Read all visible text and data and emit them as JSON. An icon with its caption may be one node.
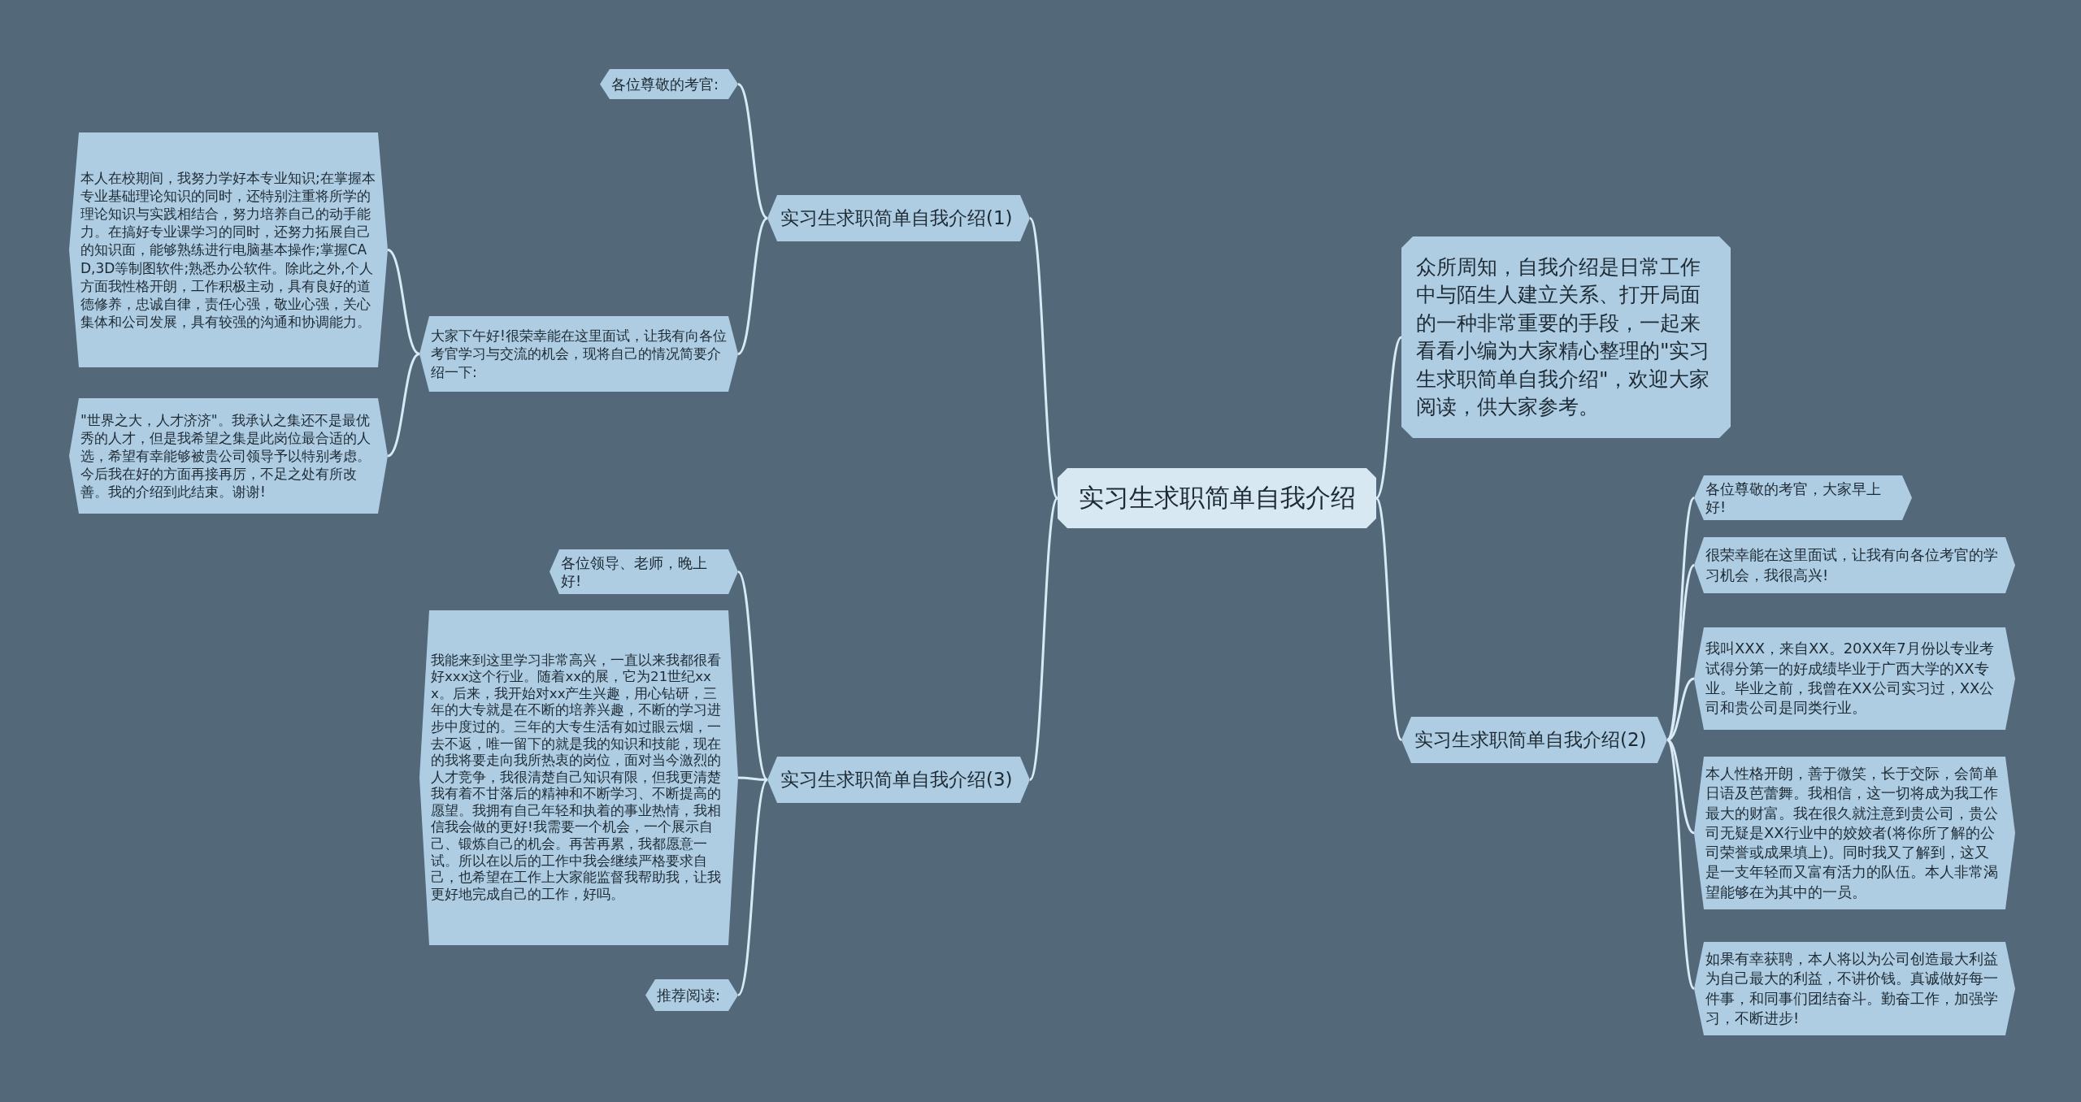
{
  "diagram": {
    "nodes": [
      {
        "text": [
          "实习生求职简单自我介绍"
        ]
      },
      {
        "text": [
          "实习生求职简单自我介绍(1)"
        ]
      },
      {
        "text": [
          "各位尊敬的考官:"
        ]
      },
      {
        "text": [
          "大家下午好!很荣幸能在这里面试，让我有向各位考官学习与交流的机会，现将自己的情况简要介绍一下:"
        ]
      },
      {
        "text": [
          "本人在校期间，我努力学好本专业知识;在掌握本专业基础理论知识的同时，还特别注重将所学的理论知识与实践相结合，努力培养自己的动手能力。在搞好专业课学习的同时，还努力拓展自己的知识面，能够熟练进行电脑基本操作;掌握CAD,3D等制图软件;熟悉办公软件。除此之外,个人方面我性格开朗，工作积极主动，具有良好的道德修养，忠诚自律，责任心强，敬业心强，关心集体和公司发展，具有较强的沟通和协调能力。"
        ]
      },
      {
        "text": [
          "\"世界之大，人才济济\"。我承认之集还不是最优秀的人才，但是我希望之集是此岗位最合适的人选，希望有幸能够被贵公司领导予以特别考虑。今后我在好的方面再接再厉，不足之处有所改善。我的介绍到此结束。谢谢!"
        ]
      },
      {
        "text": [
          "实习生求职简单自我介绍(3)"
        ]
      },
      {
        "text": [
          "各位领导、老师，晚上好!"
        ]
      },
      {
        "text": [
          "我能来到这里学习非常高兴，一直以来我都很看好xxx这个行业。随着xx的展，它为21世纪xxx。后来，我开始对xx产生兴趣，用心钻研，三年的大专就是在不断的培养兴趣，不断的学习进步中度过的。三年的大专生活有如过眼云烟，一去不返，唯一留下的就是我的知识和技能，现在的我将要走向我所热衷的岗位，面对当今激烈的人才竞争，我很清楚自己知识有限，但我更清楚我有着不甘落后的精神和不断学习、不断提高的愿望。我拥有自己年轻和执着的事业热情，我相信我会做的更好!我需要一个机会，一个展示自己、锻炼自己的机会。再苦再累，我都愿意一试。所以在以后的工作中我会继续严格要求自己，也希望在工作上大家能监督我帮助我，让我更好地完成自己的工作，好吗。"
        ]
      },
      {
        "text": [
          "推荐阅读:"
        ]
      },
      {
        "text": [
          "众所周知，自我介绍是日常工作中与陌生人建立关系、打开局面的一种非常重要的手段，一起来看看小编为大家精心整理的\"实习生求职简单自我介绍\"，欢迎大家阅读，供大家参考。"
        ]
      },
      {
        "text": [
          "实习生求职简单自我介绍(2)"
        ]
      },
      {
        "text": [
          "各位尊敬的考官，大家早上好!"
        ]
      },
      {
        "text": [
          "很荣幸能在这里面试，让我有向各位考官的学习机会，我很高兴!"
        ]
      },
      {
        "text": [
          "我叫XXX，来自XX。20XX年7月份以专业考试得分第一的好成绩毕业于广西大学的XX专业。毕业之前，我曾在XX公司实习过，XX公司和贵公司是同类行业。"
        ]
      },
      {
        "text": [
          "本人性格开朗，善于微笑，长于交际，会简单日语及芭蕾舞。我相信，这一切将成为我工作最大的财富。我在很久就注意到贵公司，贵公司无疑是XX行业中的姣姣者(将你所了解的公司荣誉或成果填上)。同时我又了解到，这又是一支年轻而又富有活力的队伍。本人非常渴望能够在为其中的一员。"
        ]
      },
      {
        "text": [
          "如果有幸获聘，本人将以为公司创造最大利益为自己最大的利益，不讲价钱。真诚做好每一件事，和同事们团结奋斗。勤奋工作，加强学习，不断进步!"
        ]
      }
    ],
    "edges": [
      {
        "from": 0,
        "to": 1,
        "arrow": "none"
      },
      {
        "from": 1,
        "to": 2,
        "arrow": "none"
      },
      {
        "from": 1,
        "to": 3,
        "arrow": "none"
      },
      {
        "from": 3,
        "to": 4,
        "arrow": "none"
      },
      {
        "from": 3,
        "to": 5,
        "arrow": "none"
      },
      {
        "from": 0,
        "to": 6,
        "arrow": "none"
      },
      {
        "from": 6,
        "to": 7,
        "arrow": "none"
      },
      {
        "from": 6,
        "to": 8,
        "arrow": "none"
      },
      {
        "from": 6,
        "to": 9,
        "arrow": "none"
      },
      {
        "from": 0,
        "to": 10,
        "arrow": "none"
      },
      {
        "from": 0,
        "to": 11,
        "arrow": "none"
      },
      {
        "from": 11,
        "to": 12,
        "arrow": "none"
      },
      {
        "from": 11,
        "to": 13,
        "arrow": "none"
      },
      {
        "from": 11,
        "to": 14,
        "arrow": "none"
      },
      {
        "from": 11,
        "to": 15,
        "arrow": "none"
      },
      {
        "from": 11,
        "to": 16,
        "arrow": "none"
      }
    ]
  }
}
